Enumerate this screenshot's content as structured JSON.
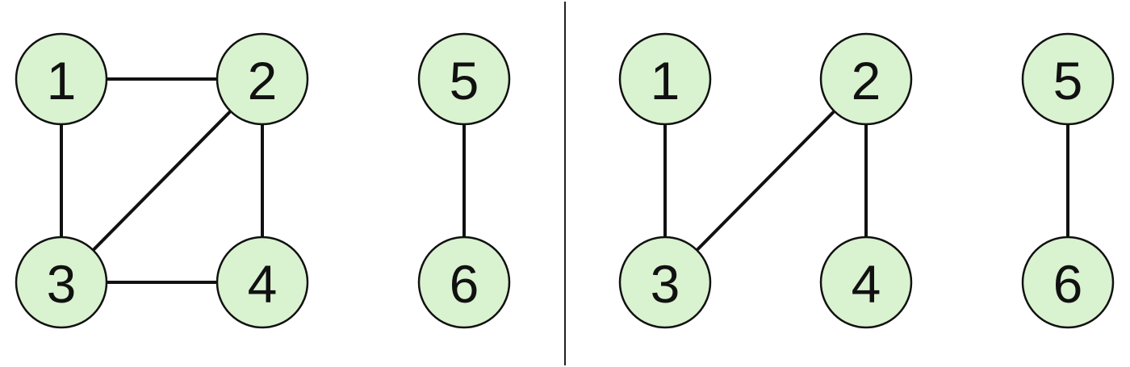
{
  "colors": {
    "node_fill": "#d9f2d0",
    "node_stroke": "#111111",
    "edge": "#111111",
    "divider": "#222222"
  },
  "panels": [
    {
      "id": "left",
      "nodes": [
        {
          "id": "1",
          "label": "1"
        },
        {
          "id": "2",
          "label": "2"
        },
        {
          "id": "3",
          "label": "3"
        },
        {
          "id": "4",
          "label": "4"
        },
        {
          "id": "5",
          "label": "5"
        },
        {
          "id": "6",
          "label": "6"
        }
      ],
      "edges": [
        [
          "1",
          "2"
        ],
        [
          "1",
          "3"
        ],
        [
          "2",
          "3"
        ],
        [
          "2",
          "4"
        ],
        [
          "3",
          "4"
        ],
        [
          "5",
          "6"
        ]
      ]
    },
    {
      "id": "right",
      "nodes": [
        {
          "id": "1",
          "label": "1"
        },
        {
          "id": "2",
          "label": "2"
        },
        {
          "id": "3",
          "label": "3"
        },
        {
          "id": "4",
          "label": "4"
        },
        {
          "id": "5",
          "label": "5"
        },
        {
          "id": "6",
          "label": "6"
        }
      ],
      "edges": [
        [
          "1",
          "3"
        ],
        [
          "2",
          "3"
        ],
        [
          "2",
          "4"
        ],
        [
          "5",
          "6"
        ]
      ]
    }
  ]
}
